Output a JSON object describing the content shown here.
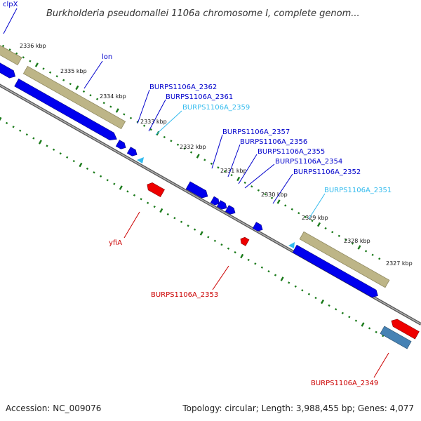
{
  "title": "Burkholderia pseudomallei 1106a chromosome I, complete genom...",
  "footer": {
    "accession": "Accession: NC_009076",
    "topology": "Topology: circular; Length: 3,988,455 bp; Genes: 4,077"
  },
  "ticks": [
    "2336 kbp",
    "2335 kbp",
    "2334 kbp",
    "2333 kbp",
    "2332 kbp",
    "2331 kbp",
    "2330 kbp",
    "2329 kbp",
    "2328 kbp",
    "2327 kbp"
  ],
  "genes": {
    "clpX": "clpX",
    "lon": "lon",
    "g2362": "BURPS1106A_2362",
    "g2361": "BURPS1106A_2361",
    "g2359": "BURPS1106A_2359",
    "g2357": "BURPS1106A_2357",
    "g2356": "BURPS1106A_2356",
    "g2355": "BURPS1106A_2355",
    "g2354": "BURPS1106A_2354",
    "g2352": "BURPS1106A_2352",
    "g2351": "BURPS1106A_2351",
    "yfiA": "yfiA",
    "g2353": "BURPS1106A_2353",
    "g2349": "BURPS1106A_2349"
  },
  "colors": {
    "forward_gene": "#0000ee",
    "reverse_gene": "#ee0000",
    "pseudo_gene": "#33bbee",
    "operon": "#bdb587",
    "backbone": "#808080",
    "ruler_ticks": "#1a7a1a",
    "label_blue": "#0000cc",
    "label_red": "#cc0000",
    "label_cyan": "#33bbee",
    "steel_feature": "#4682b4"
  }
}
